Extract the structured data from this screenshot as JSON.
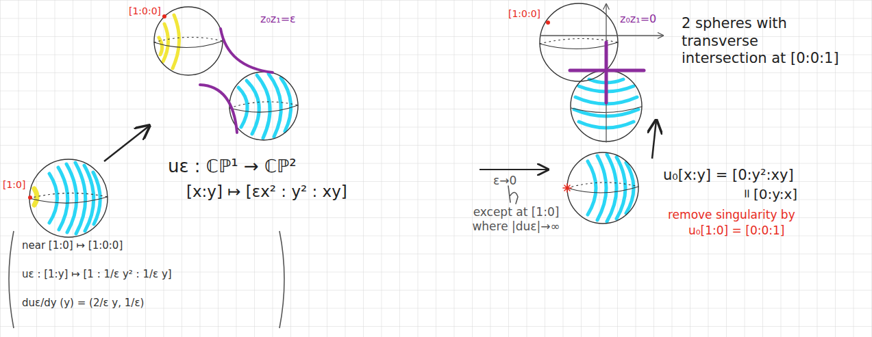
{
  "diagram": {
    "labels": [
      "[1:0:0]",
      "z₀z₁=ε",
      "[1:0:0]",
      "z₀z₁=0",
      "2 spheres with transverse intersection at [0:0:1]",
      "[1:0]",
      "uε : ℂℙ¹ → ℂℙ²",
      "[x:y] ↦ [εx² : y² : xy]",
      "ε→0",
      "except at [1:0] where |duε|→∞",
      "u₀[x:y] = [0:y²:xy]",
      "=",
      "[0:y:x]",
      "remove singularity by",
      "u₀[1:0] = [0:0:1]",
      "near [1:0] ↦ [1:0:0]",
      "uε : [1:y] ↦ [1 : 1/ε y² : 1/ε y]",
      "duε/dy (y) = (2/ε y, 1/ε)"
    ]
  }
}
